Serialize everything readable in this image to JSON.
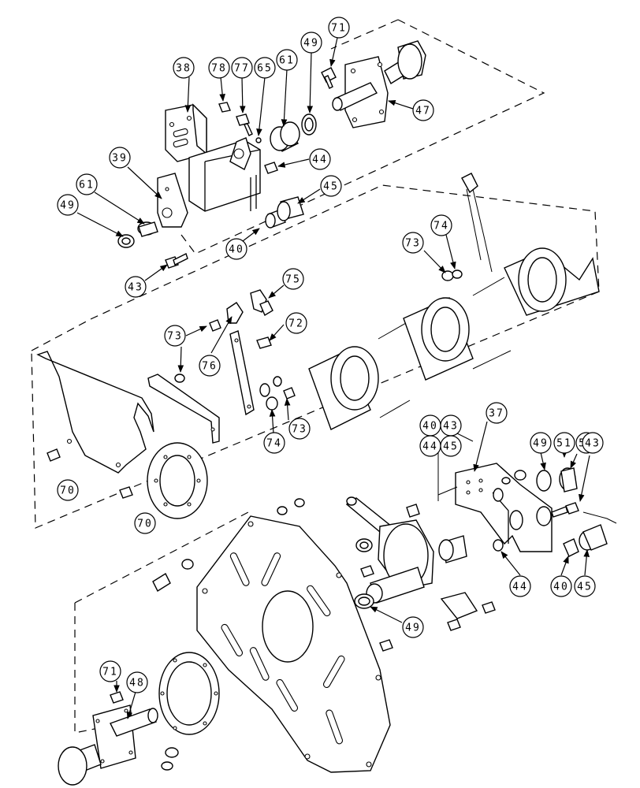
{
  "diagram": {
    "type": "exploded-parts-diagram",
    "line_color": "#000000",
    "background": "#ffffff"
  },
  "callouts": [
    {
      "id": "c38",
      "label": "38"
    },
    {
      "id": "c78",
      "label": "78"
    },
    {
      "id": "c77",
      "label": "77"
    },
    {
      "id": "c65",
      "label": "65"
    },
    {
      "id": "c61a",
      "label": "61"
    },
    {
      "id": "c49a",
      "label": "49"
    },
    {
      "id": "c71a",
      "label": "71"
    },
    {
      "id": "c47",
      "label": "47"
    },
    {
      "id": "c39",
      "label": "39"
    },
    {
      "id": "c61b",
      "label": "61"
    },
    {
      "id": "c49b",
      "label": "49"
    },
    {
      "id": "c44a",
      "label": "44"
    },
    {
      "id": "c45a",
      "label": "45"
    },
    {
      "id": "c40a",
      "label": "40"
    },
    {
      "id": "c43a",
      "label": "43"
    },
    {
      "id": "c73a",
      "label": "73"
    },
    {
      "id": "c74a",
      "label": "74"
    },
    {
      "id": "c75",
      "label": "75"
    },
    {
      "id": "c72",
      "label": "72"
    },
    {
      "id": "c73b",
      "label": "73"
    },
    {
      "id": "c76",
      "label": "76"
    },
    {
      "id": "c74b",
      "label": "74"
    },
    {
      "id": "c73c",
      "label": "73"
    },
    {
      "id": "c70a",
      "label": "70"
    },
    {
      "id": "c70b",
      "label": "70"
    },
    {
      "id": "c40b",
      "label": "40"
    },
    {
      "id": "c43b",
      "label": "43"
    },
    {
      "id": "c44b",
      "label": "44"
    },
    {
      "id": "c45b",
      "label": "45"
    },
    {
      "id": "c37",
      "label": "37"
    },
    {
      "id": "c49c",
      "label": "49"
    },
    {
      "id": "c51",
      "label": "51"
    },
    {
      "id": "c50",
      "label": "50"
    },
    {
      "id": "c43c",
      "label": "43"
    },
    {
      "id": "c44c",
      "label": "44"
    },
    {
      "id": "c40c",
      "label": "40"
    },
    {
      "id": "c45c",
      "label": "45"
    },
    {
      "id": "c49d",
      "label": "49"
    },
    {
      "id": "c71b",
      "label": "71"
    },
    {
      "id": "c48",
      "label": "48"
    }
  ]
}
